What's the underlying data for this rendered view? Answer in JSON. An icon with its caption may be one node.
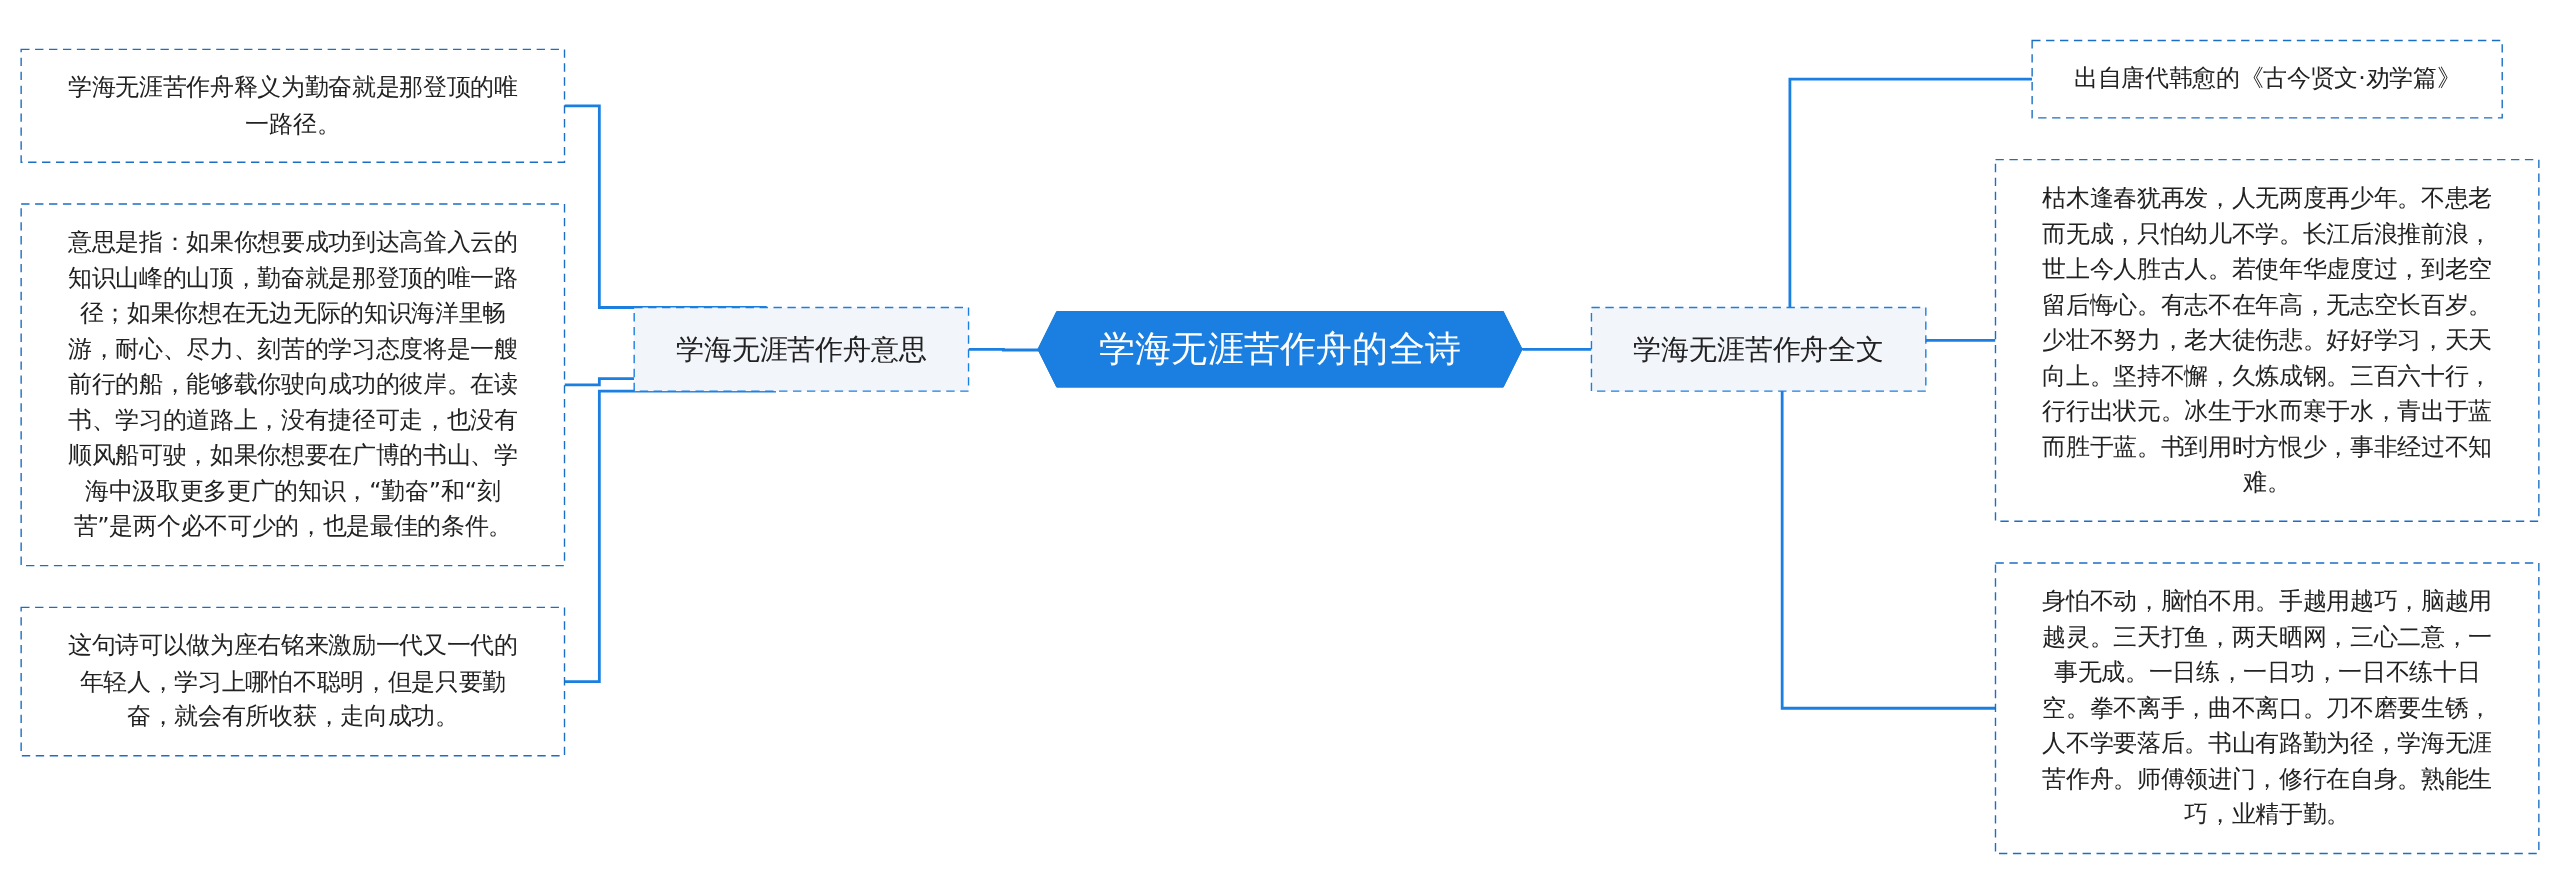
{
  "diagram": {
    "nodes": [
      {
        "text": [
          "学海无涯苦作舟的全诗"
        ]
      },
      {
        "text": [
          "学海无涯苦作舟意思"
        ]
      },
      {
        "text": [
          "学海无涯苦作舟释义为勤奋就是那登顶的唯一路径。"
        ]
      },
      {
        "text": [
          "意思是指：如果你想要成功到达高耸入云的知识山峰的山顶，勤奋就是那登顶的唯一路径；如果你想在无边无际的知识海洋里畅游，耐心、尽力、刻苦的学习态度将是一艘前行的船，能够载你驶向成功的彼岸。在读书、学习的道路上，没有捷径可走，也没有顺风船可驶，如果你想要在广博的书山、学海中汲取更多更广的知识，“勤奋”和“刻苦”是两个必不可少的，也是最佳的条件。"
        ]
      },
      {
        "text": [
          "这句诗可以做为座右铭来激励一代又一代的年轻人，学习上哪怕不聪明，但是只要勤奋，就会有所收获，走向成功。"
        ]
      },
      {
        "text": [
          "学海无涯苦作舟全文"
        ]
      },
      {
        "text": [
          "出自唐代韩愈的《古今贤文·劝学篇》"
        ]
      },
      {
        "text": [
          "枯木逢春犹再发，人无两度再少年。不患老而无成，只怕幼儿不学。长江后浪推前浪，世上今人胜古人。若使年华虚度过，到老空留后悔心。有志不在年高，无志空长百岁。少壮不努力，老大徒伤悲。好好学习，天天向上。坚持不懈，久炼成钢。三百六十行，行行出状元。冰生于水而寒于水，青出于蓝而胜于蓝。书到用时方恨少，事非经过不知难。"
        ]
      },
      {
        "text": [
          "身怕不动，脑怕不用。手越用越巧，脑越用越灵。三天打鱼，两天晒网，三心二意，一事无成。一日练，一日功，一日不练十日空。拳不离手，曲不离口。刀不磨要生锈，人不学要落后。书山有路勤为径，学海无涯苦作舟。师傅领进门，修行在自身。熟能生巧，业精于勤。"
        ]
      }
    ],
    "edges": [
      {
        "from": 0,
        "to": 1,
        "arrow": "none"
      },
      {
        "from": 1,
        "to": 2,
        "arrow": "none"
      },
      {
        "from": 1,
        "to": 3,
        "arrow": "none"
      },
      {
        "from": 1,
        "to": 4,
        "arrow": "none"
      },
      {
        "from": 0,
        "to": 5,
        "arrow": "none"
      },
      {
        "from": 5,
        "to": 6,
        "arrow": "none"
      },
      {
        "from": 5,
        "to": 7,
        "arrow": "none"
      },
      {
        "from": 5,
        "to": 8,
        "arrow": "none"
      }
    ]
  }
}
